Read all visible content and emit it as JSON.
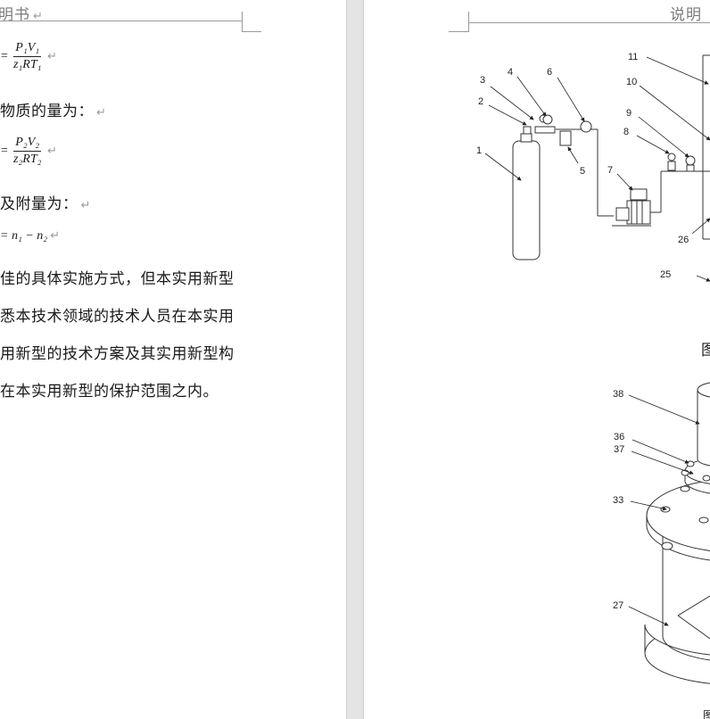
{
  "left_page": {
    "header_text": "明书",
    "equations": {
      "n1": {
        "prefix": "=",
        "num": "P₁V₁",
        "den": "z₁RT₁"
      },
      "n2": {
        "prefix": "=",
        "num": "P₂V₂",
        "den": "z₂RT₂"
      },
      "diff": "= n₁ − n₂"
    },
    "lines": [
      "物质的量为：",
      "及附量为：",
      "佳的具体实施方式，但本实用新型",
      "悉本技术领域的技术人员在本实用",
      "用新型的技术方案及其实用新型构",
      "在本实用新型的保护范围之内。"
    ]
  },
  "right_page": {
    "header_text": "说明",
    "figure1_labels": [
      "1",
      "2",
      "3",
      "4",
      "5",
      "6",
      "7",
      "8",
      "9",
      "10",
      "11",
      "25",
      "26"
    ],
    "figure1_caption": "图",
    "figure2_labels": [
      "27",
      "33",
      "36",
      "37",
      "38"
    ],
    "figure2_caption": "图"
  },
  "ui": {
    "return_mark": "↵"
  }
}
